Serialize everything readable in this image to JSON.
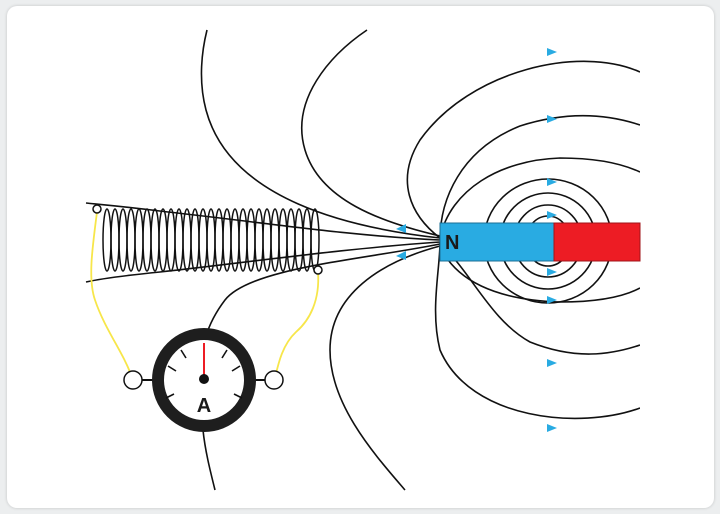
{
  "labels": {
    "magnet_north": "N",
    "ammeter": "A"
  },
  "colors": {
    "north_pole": "#29abe2",
    "south_pole": "#ed1c24",
    "field_line": "#111111",
    "arrow": "#29abe2",
    "wire": "#f7e64a",
    "needle": "#ed1c24",
    "meter_ring": "#1e1e1e"
  },
  "icons": {
    "arrow": "field-direction-arrow",
    "terminal": "wire-terminal"
  }
}
